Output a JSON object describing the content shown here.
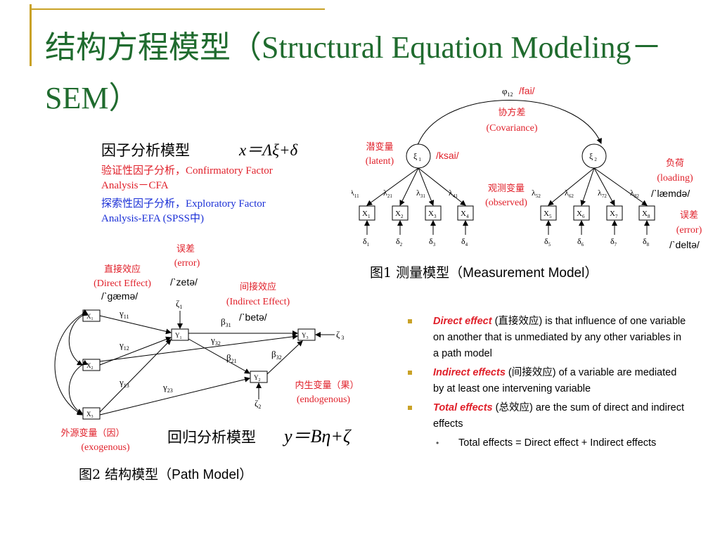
{
  "slide": {
    "title_cn": "结构方程模型（",
    "title_en": "Structural Equation Modeling－SEM",
    "title_close": "）"
  },
  "factor_model": {
    "heading": "因子分析模型",
    "equation": "x＝Λξ+δ",
    "cfa_cn": "验证性因子分析，",
    "cfa_en1": "Confirmatory Factor",
    "cfa_en2": "Analysis－CFA",
    "efa_cn": "探索性因子分析，",
    "efa_en1": "Exploratory Factor",
    "efa_en2": "Analysis-EFA (SPSS中)"
  },
  "measurement": {
    "covariance_symbol": "φ",
    "covariance_sub": "12",
    "covariance_pron": "/fai/",
    "covariance_cn": "协方差",
    "covariance_en": "(Covariance)",
    "latent_cn": "潜变量",
    "latent_en": "(latent)",
    "xi1": "ξ",
    "xi1_sub": "1",
    "xi1_pron": "/ksai/",
    "xi2": "ξ",
    "xi2_sub": "2",
    "observed_cn": "观测变量",
    "observed_en": "(observed)",
    "loading_cn": "负荷",
    "loading_en": "(loading)",
    "loading_pron": "/ˋlæmdə/",
    "error_cn": "误差",
    "error_en": "(error)",
    "error_pron": "/ˋdeltə/",
    "lambdas": [
      "λ11",
      "λ21",
      "λ31",
      "λ41",
      "λ52",
      "λ62",
      "λ72",
      "λ82"
    ],
    "x_vars": [
      "X1",
      "X2",
      "X3",
      "X4",
      "X5",
      "X6",
      "X7",
      "X8"
    ],
    "deltas": [
      "δ1",
      "δ2",
      "δ3",
      "δ4",
      "δ5",
      "δ6",
      "δ7",
      "δ8"
    ],
    "caption_cn": "图1 测量模型（",
    "caption_en": "Measurement Model",
    "caption_close": "）"
  },
  "path_model": {
    "error_cn": "误差",
    "error_en": "(error)",
    "zeta_pron": "/ˋzetə/",
    "direct_cn": "直接效应",
    "direct_en": "(Direct Effect)",
    "gamma_pron": "/ˋgæmə/",
    "indirect_cn": "间接效应",
    "indirect_en": "(Indirect Effect)",
    "beta_pron": "/ˋbetə/",
    "endogenous_cn": "内生变量（果）",
    "endogenous_en": "(endogenous)",
    "exogenous_cn": "外源变量（因）",
    "exogenous_en": "(exogenous)",
    "regression_heading": "回归分析模型",
    "regression_eq": "y＝Bη+ζ",
    "caption_cn": "图2 结构模型（",
    "caption_en": "Path Model",
    "caption_close": "）"
  },
  "bullets": {
    "b1_term": "Direct effect",
    "b1_cn": "直接效应",
    "b1_text": "is that influence of one variable on another that is unmediated by any other variables in a path model",
    "b2_term": "Indirect effects",
    "b2_cn": "间接效应",
    "b2_text": "of a variable are mediated by at least one intervening variable",
    "b3_term": "Total effects",
    "b3_cn": "总效应",
    "b3_text": "are the sum of direct and indirect effects",
    "sub": "Total effects = Direct effect + Indirect effects"
  },
  "colors": {
    "title": "#1f6b2e",
    "accent_red": "#e0202a",
    "accent_blue": "#1a2fd6",
    "bullet_gold": "#c9a227"
  }
}
